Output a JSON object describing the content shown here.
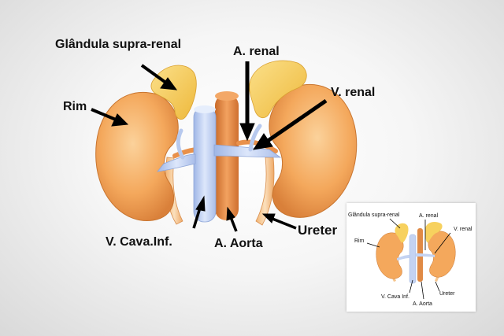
{
  "labels": {
    "adrenal": "Glândula supra-renal",
    "kidney": "Rim",
    "renal_artery": "A. renal",
    "renal_vein": "V. renal",
    "vena_cava": "V. Cava.Inf.",
    "aorta": "A. Aorta",
    "ureter": "Ureter"
  },
  "inset": {
    "adrenal": "Glândula supra-renal",
    "kidney": "Rim",
    "renal_artery": "A. renal",
    "renal_vein": "V. renal",
    "vena_cava": "V. Cava Inf.",
    "aorta": "A. Aorta",
    "ureter": "Ureter"
  },
  "colors": {
    "kidney": "#f4a85c",
    "adrenal": "#f7d15e",
    "vein": "#c4d3f2",
    "aorta": "#e98a45",
    "ureter": "#f6c58c",
    "arrow": "#000000"
  }
}
